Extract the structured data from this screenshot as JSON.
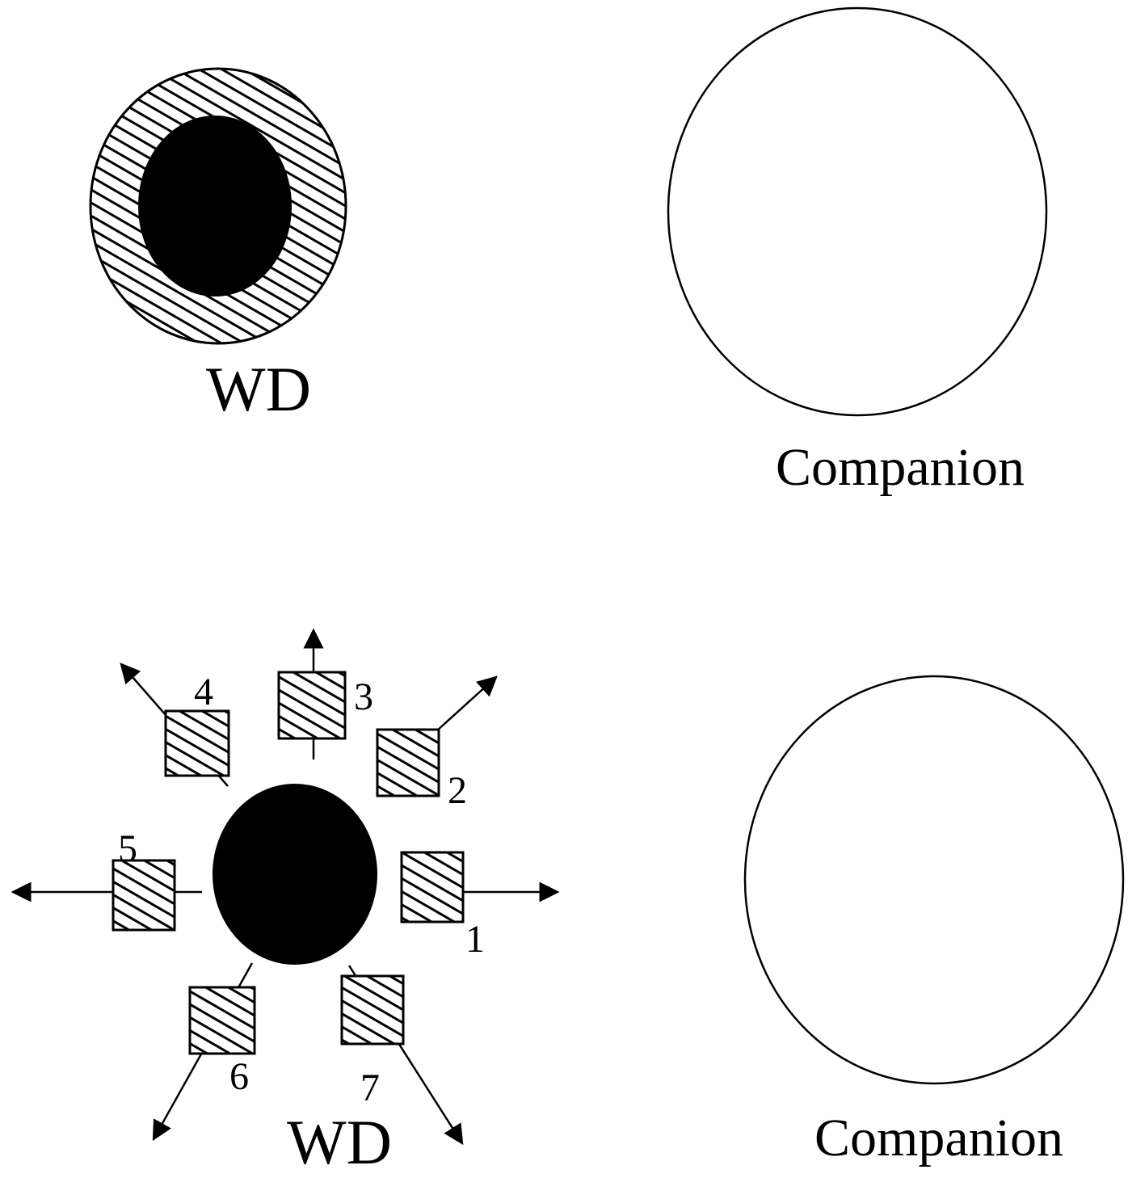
{
  "top_panel": {
    "white_dwarf_label": "WD",
    "companion_label": "Companion"
  },
  "bottom_panel": {
    "white_dwarf_label": "WD",
    "companion_label": "Companion",
    "blobs": [
      {
        "label": "1",
        "direction": "right"
      },
      {
        "label": "2",
        "direction": "upper-right"
      },
      {
        "label": "3",
        "direction": "up"
      },
      {
        "label": "4",
        "direction": "upper-left"
      },
      {
        "label": "5",
        "direction": "left"
      },
      {
        "label": "6",
        "direction": "lower-left"
      },
      {
        "label": "7",
        "direction": "lower-right"
      }
    ]
  },
  "colors": {
    "ink": "#000000",
    "background": "#ffffff"
  }
}
